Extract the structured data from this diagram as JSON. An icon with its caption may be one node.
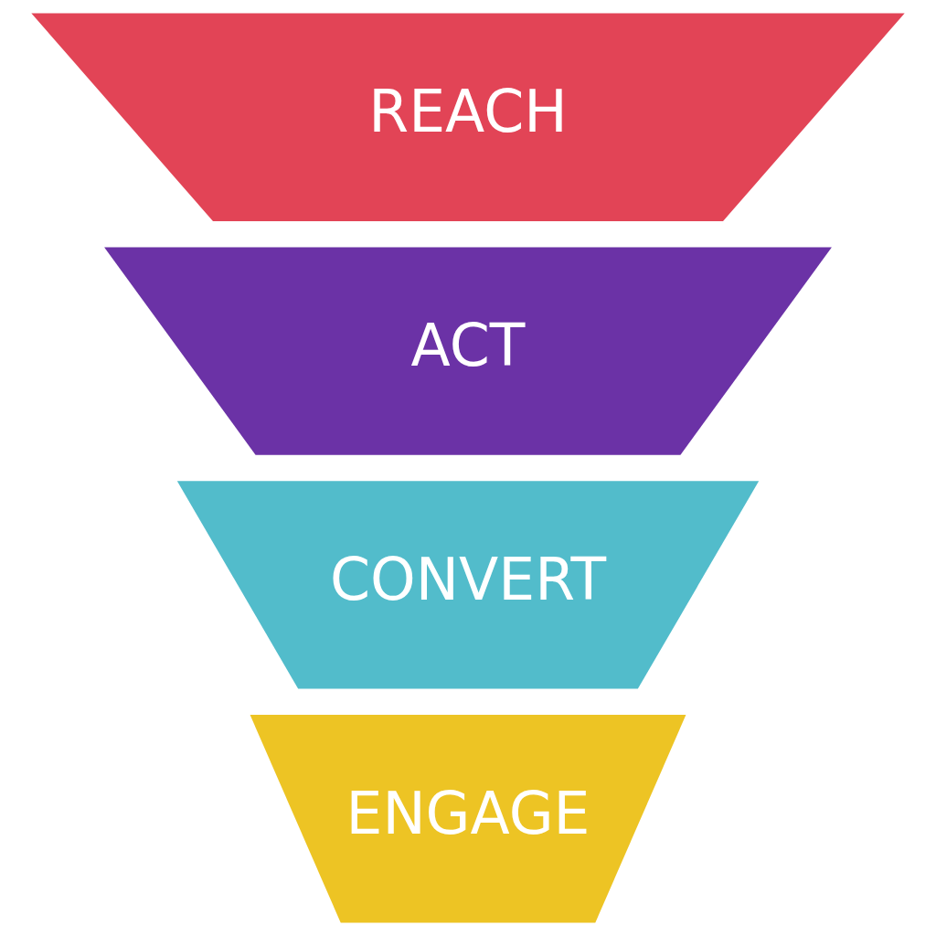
{
  "diagram": {
    "nodes": [
      {
        "text": [
          "REACH"
        ]
      },
      {
        "text": [
          "ACT"
        ]
      },
      {
        "text": [
          "CONVERT"
        ]
      },
      {
        "text": [
          "ENGAGE"
        ]
      }
    ]
  }
}
